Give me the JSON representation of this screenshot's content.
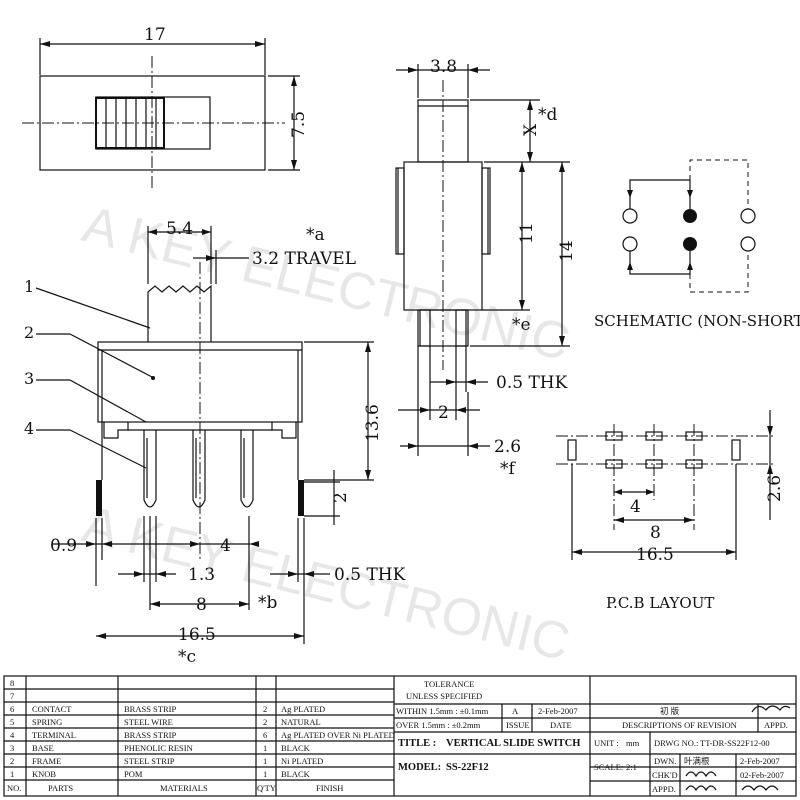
{
  "watermark": "A KEY ELECTRONIC",
  "top_view": {
    "width": "17",
    "height": "7.5"
  },
  "front_view": {
    "knob_width": "5.4",
    "travel": "3.2 TRAVEL",
    "note_a": "*a",
    "height": "13.6",
    "pin_len": "2",
    "d1": "0.9",
    "d2": "4",
    "d3": "1.3",
    "thk": "0.5 THK",
    "d4": "8",
    "note_b": "*b",
    "overall": "16.5",
    "note_c": "*c",
    "callouts": [
      "1",
      "2",
      "3",
      "4"
    ]
  },
  "side_view": {
    "width": "3.8",
    "x_label": "X",
    "note_d": "*d",
    "h11": "11",
    "h14": "14",
    "note_e": "*e",
    "thk": "0.5 THK",
    "d2": "2",
    "d26": "2.6",
    "note_f": "*f"
  },
  "schematic": {
    "caption": "SCHEMATIC (NON-SHORTING)"
  },
  "pcb": {
    "caption": "P.C.B LAYOUT",
    "d4": "4",
    "d8": "8",
    "d165": "16.5",
    "d26": "2.6"
  },
  "title_block": {
    "parts": [
      {
        "no": "8",
        "part": "",
        "material": "",
        "qty": "",
        "finish": ""
      },
      {
        "no": "7",
        "part": "",
        "material": "",
        "qty": "",
        "finish": ""
      },
      {
        "no": "6",
        "part": "CONTACT",
        "material": "BRASS STRIP",
        "qty": "2",
        "finish": "Ag PLATED"
      },
      {
        "no": "5",
        "part": "SPRING",
        "material": "STEEL WIRE",
        "qty": "2",
        "finish": "NATURAL"
      },
      {
        "no": "4",
        "part": "TERMINAL",
        "material": "BRASS STRIP",
        "qty": "6",
        "finish": "Ag PLATED OVER Ni PLATED"
      },
      {
        "no": "3",
        "part": "BASE",
        "material": "PHENOLIC RESIN",
        "qty": "1",
        "finish": "BLACK"
      },
      {
        "no": "2",
        "part": "FRAME",
        "material": "STEEL STRIP",
        "qty": "1",
        "finish": "Ni PLATED"
      },
      {
        "no": "1",
        "part": "KNOB",
        "material": "POM",
        "qty": "1",
        "finish": "BLACK"
      }
    ],
    "header": {
      "no": "NO.",
      "part": "PARTS",
      "material": "MATERIALS",
      "qty": "Q'TY",
      "finish": "FINISH"
    },
    "tolerance_title": "TOLERANCE",
    "tolerance_sub": "UNLESS  SPECIFIED",
    "tol1": "WITHIN 1.5mm : ±0.1mm",
    "tol2": "OVER 1.5mm : ±0.2mm",
    "issue": "A",
    "issue_date": "2-Feb-2007",
    "issue_hdr": "ISSUE",
    "date_hdr": "DATE",
    "rev_desc": "初 版",
    "rev_hdr": "DESCRIPTIONS OF REVISION",
    "appd_hdr": "APPD.",
    "title_label": "TITLE :",
    "title": "VERTICAL SLIDE SWITCH",
    "unit_label": "UNIT :",
    "unit": "mm",
    "dwg_label": "DRWG NO.:",
    "dwg": "TT-DR-SS22F12-00",
    "model_label": "MODEL:",
    "model": "SS-22F12",
    "scale_label": "SCALE:",
    "scale": "2:1",
    "dwn_label": "DWN.",
    "dwn_name": "叶满根",
    "dwn_date": "2-Feb-2007",
    "chk_label": "CHK'D",
    "chk_date": "02-Feb-2007",
    "appd_label": "APPD."
  }
}
